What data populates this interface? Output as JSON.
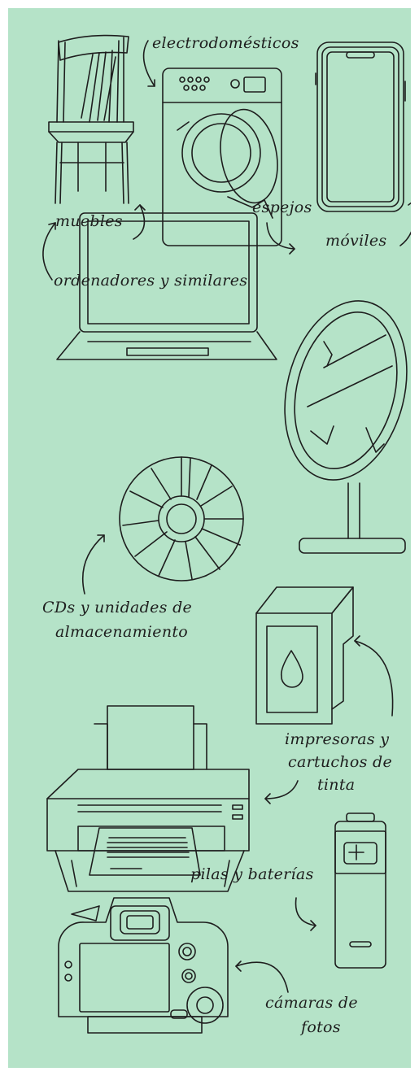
{
  "background_color": "#b5e3c8",
  "line_color": "#1e1e1e",
  "items": [
    {
      "id": "muebles",
      "label": "muebles",
      "icon": "chair-icon"
    },
    {
      "id": "electrodomesticos",
      "label": "electrodomésticos",
      "icon": "washing-machine-icon"
    },
    {
      "id": "moviles",
      "label": "móviles",
      "icon": "smartphone-icon"
    },
    {
      "id": "espejos",
      "label": "espejos",
      "icon": "mirror-icon"
    },
    {
      "id": "ordenadores",
      "label": "ordenadores y similares",
      "icon": "laptop-icon"
    },
    {
      "id": "cds",
      "label_line1": "CDs y unidades de",
      "label_line2": "almacenamiento",
      "icon": "cd-icon"
    },
    {
      "id": "impresoras",
      "label_line1": "impresoras y",
      "label_line2": "cartuchos de",
      "label_line3": "tinta",
      "icon": "printer-icon"
    },
    {
      "id": "cartucho",
      "icon": "ink-cartridge-icon"
    },
    {
      "id": "pilas",
      "label": "pilas y baterías",
      "icon": "battery-icon"
    },
    {
      "id": "camaras",
      "label_line1": "cámaras de",
      "label_line2": "fotos",
      "icon": "camera-icon"
    }
  ]
}
